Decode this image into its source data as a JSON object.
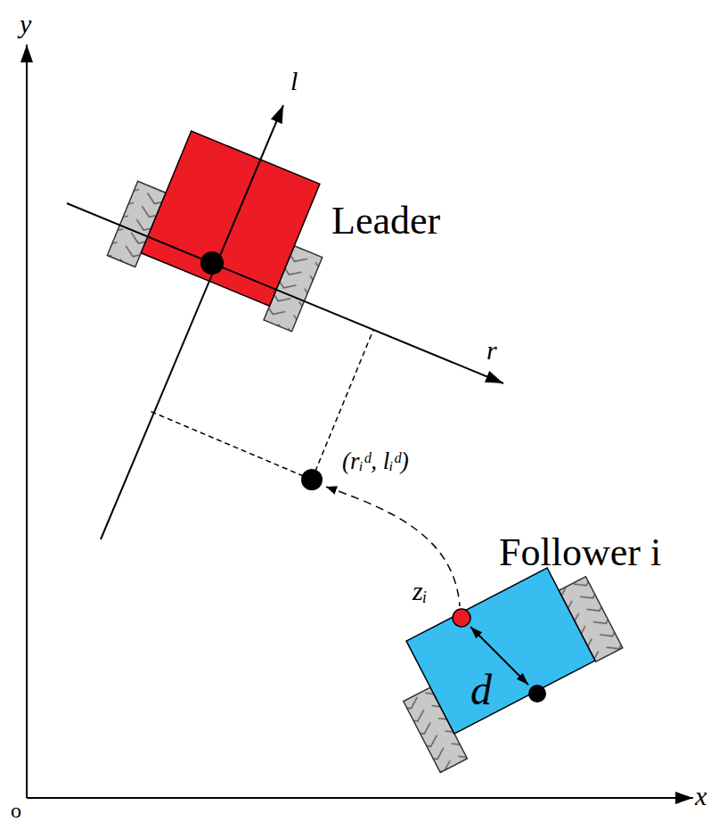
{
  "diagram": {
    "nodes": [
      {
        "text": [
          "Leader"
        ]
      },
      {
        "text": [
          "Follower i",
          "zᵢ",
          "d"
        ]
      }
    ],
    "edges": [],
    "labels": [
      "y",
      "l",
      "r",
      "(rᵢᵈ, lᵢᵈ)",
      "x",
      "o"
    ]
  }
}
